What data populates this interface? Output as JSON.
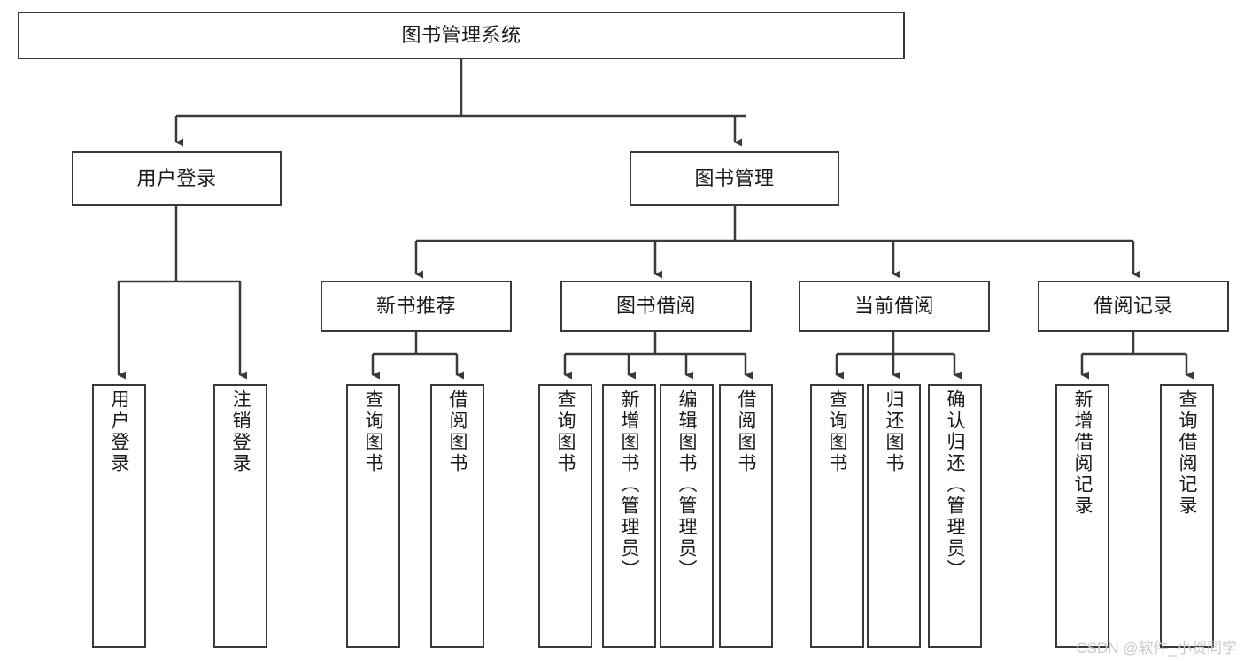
{
  "diagram": {
    "type": "hierarchy-tree",
    "title": "图书管理系统",
    "watermark": "CSDN @软件_小贺同学",
    "colors": {
      "box_border": "#3a3a3a",
      "box_fill": "#ffffff",
      "connector": "#3a3a3a",
      "text": "#1a1a1a",
      "watermark": "#c9c9c9"
    },
    "levels": {
      "root": {
        "label": "图书管理系统"
      },
      "level2": [
        {
          "label": "用户登录"
        },
        {
          "label": "图书管理"
        }
      ],
      "level3": [
        {
          "label": "新书推荐"
        },
        {
          "label": "图书借阅"
        },
        {
          "label": "当前借阅"
        },
        {
          "label": "借阅记录"
        }
      ],
      "leaves": {
        "user_login": [
          {
            "label": "用户登录"
          },
          {
            "label": "注销登录"
          }
        ],
        "new_book_recommend": [
          {
            "label": "查询图书"
          },
          {
            "label": "借阅图书"
          }
        ],
        "book_borrow": [
          {
            "label": "查询图书"
          },
          {
            "label": "新增图书（管理员）"
          },
          {
            "label": "编辑图书（管理员）"
          },
          {
            "label": "借阅图书"
          }
        ],
        "current_borrow": [
          {
            "label": "查询图书"
          },
          {
            "label": "归还图书"
          },
          {
            "label": "确认归还（管理员）"
          }
        ],
        "borrow_record": [
          {
            "label": "新增借阅记录"
          },
          {
            "label": "查询借阅记录"
          }
        ]
      }
    }
  }
}
